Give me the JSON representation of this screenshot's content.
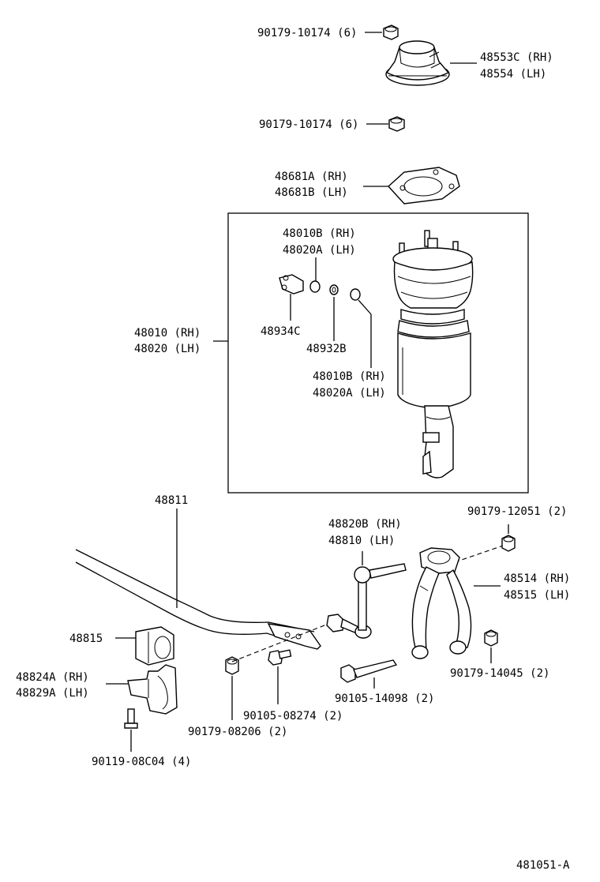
{
  "diagram_id": "481051-A",
  "labels": {
    "nut_top_upper": "90179-10174 (6)",
    "mount_rh": "48553C (RH)",
    "mount_lh": "48554   (LH)",
    "nut_top_lower": "90179-10174 (6)",
    "gasket_rh": "48681A (RH)",
    "gasket_lh": "48681B (LH)",
    "oring_a_rh": "48010B (RH)",
    "oring_a_lh": "48020A (LH)",
    "connector": "48934C",
    "ring": "48932B",
    "oring_b_rh": "48010B (RH)",
    "oring_b_lh": "48020A (LH)",
    "strut_rh": "48010 (RH)",
    "strut_lh": "48020 (LH)",
    "stabilizer_bar": "48811",
    "link_rh": "48820B (RH)",
    "link_lh": "48810   (LH)",
    "nut_12051": "90179-12051 (2)",
    "fork_rh": "48514 (RH)",
    "fork_lh": "48515 (LH)",
    "bushing": "48815",
    "bracket_rh": "48824A (RH)",
    "bracket_lh": "48829A (LH)",
    "nut_14045": "90179-14045 (2)",
    "bolt_08274": "90105-08274 (2)",
    "bolt_14098": "90105-14098 (2)",
    "nut_08206": "90179-08206 (2)",
    "bolt_08c04": "90119-08C04 (4)"
  }
}
